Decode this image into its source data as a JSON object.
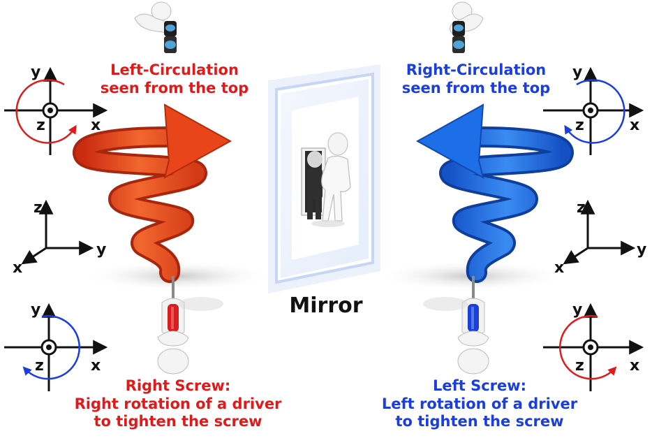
{
  "labels": {
    "left_circulation": [
      "Left-Circulation",
      "seen from the top"
    ],
    "right_circulation": [
      "Right-Circulation",
      "seen from the top"
    ],
    "mirror": "Mirror",
    "right_screw": [
      "Right Screw:",
      "Right rotation of a driver",
      "to tighten the screw"
    ],
    "left_screw": [
      "Left Screw:",
      "Left rotation of a driver",
      "to tighten the screw"
    ]
  },
  "axes": {
    "x": "x",
    "y": "y",
    "z": "z"
  },
  "colors": {
    "red": "#e01a1a",
    "blue": "#1a3de0",
    "red_arrow": "#e8461a",
    "blue_arrow": "#1c6fe6",
    "mirror_glow": "#c9d8f5"
  },
  "icons": [
    "binoculars-figure-icon",
    "screwdriver-figure-icon",
    "mirror-figures-icon"
  ]
}
